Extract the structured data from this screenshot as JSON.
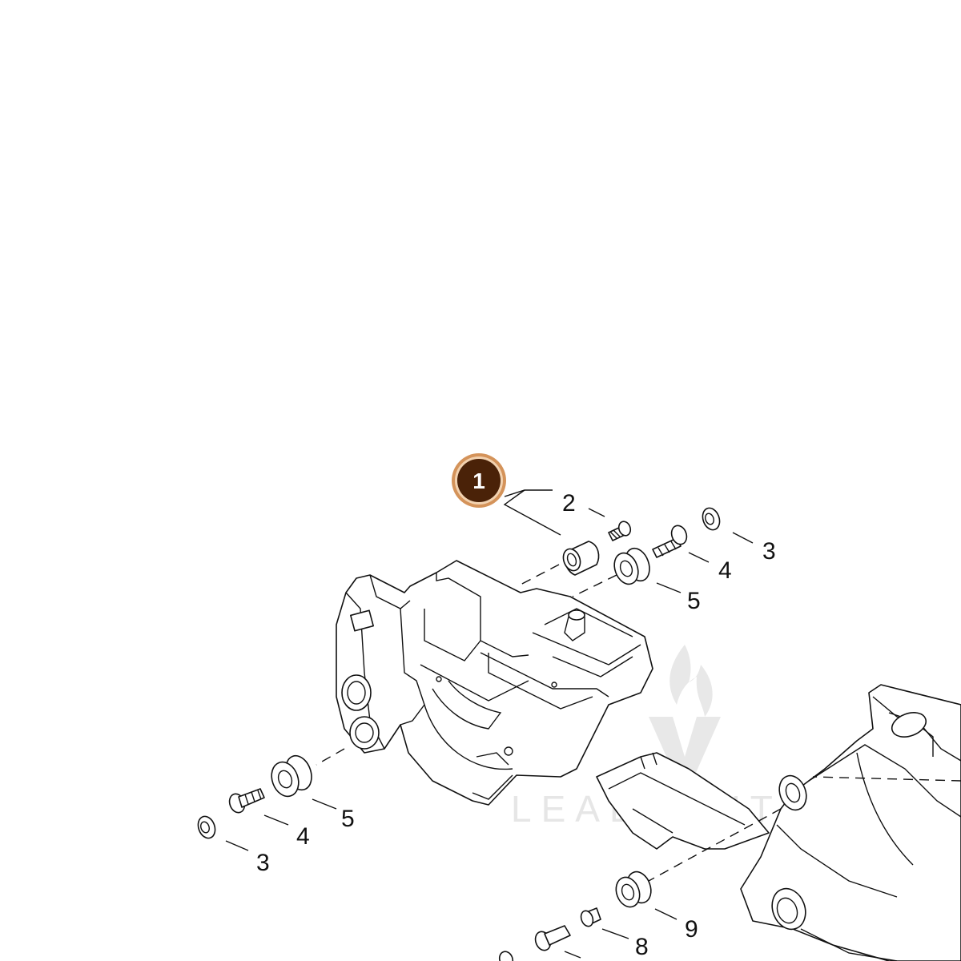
{
  "highlight": {
    "number": "1",
    "ring_color": "#d4935a",
    "fill_color": "#4a2208",
    "text_color": "#ffffff"
  },
  "callouts": [
    {
      "id": "2",
      "text": "2"
    },
    {
      "id": "3a",
      "text": "3"
    },
    {
      "id": "4a",
      "text": "4"
    },
    {
      "id": "5a",
      "text": "5"
    },
    {
      "id": "5b",
      "text": "5"
    },
    {
      "id": "4b",
      "text": "4"
    },
    {
      "id": "3b",
      "text": "3"
    },
    {
      "id": "9",
      "text": "9"
    },
    {
      "id": "8",
      "text": "8"
    }
  ],
  "watermark": {
    "text": "LEADVENTURE",
    "icon": "flame-v-logo",
    "color": "#e6e6e6"
  },
  "icons": {
    "parts": [
      "crankcase-half",
      "sleeve",
      "screw",
      "grommet",
      "bushing",
      "guide-plate",
      "tank-housing"
    ]
  }
}
